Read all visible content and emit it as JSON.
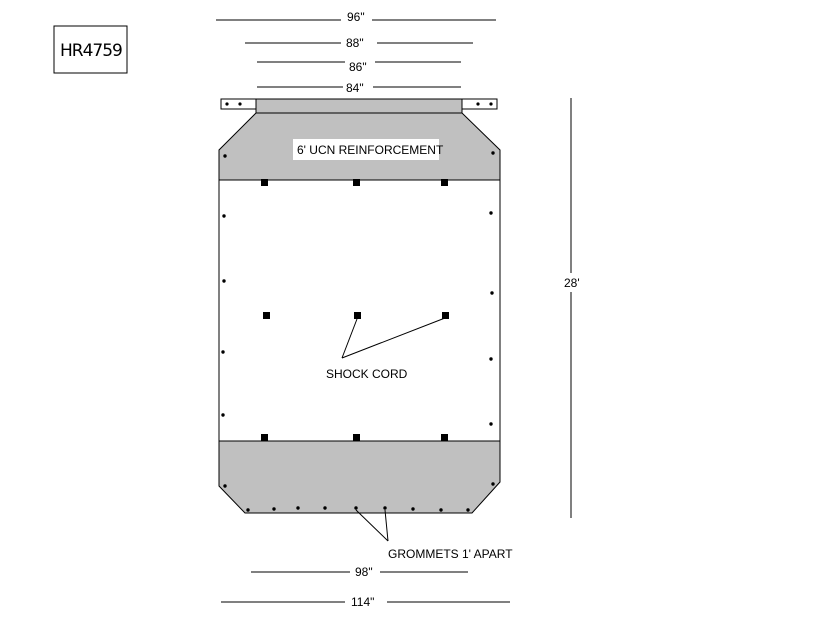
{
  "part_number": "HR4759",
  "dimensions": {
    "width_96": "96\"",
    "width_88": "88\"",
    "width_86": "86\"",
    "width_84": "84\"",
    "length": "28'",
    "bottom_98": "98\"",
    "bottom_114": "114\""
  },
  "labels": {
    "reinforcement": "6' UCN REINFORCEMENT",
    "shock_cord": "SHOCK CORD",
    "grommets": "GROMMETS 1' APART"
  },
  "colors": {
    "reinforcement_fill": "#c0c0c0",
    "line": "#000000"
  }
}
